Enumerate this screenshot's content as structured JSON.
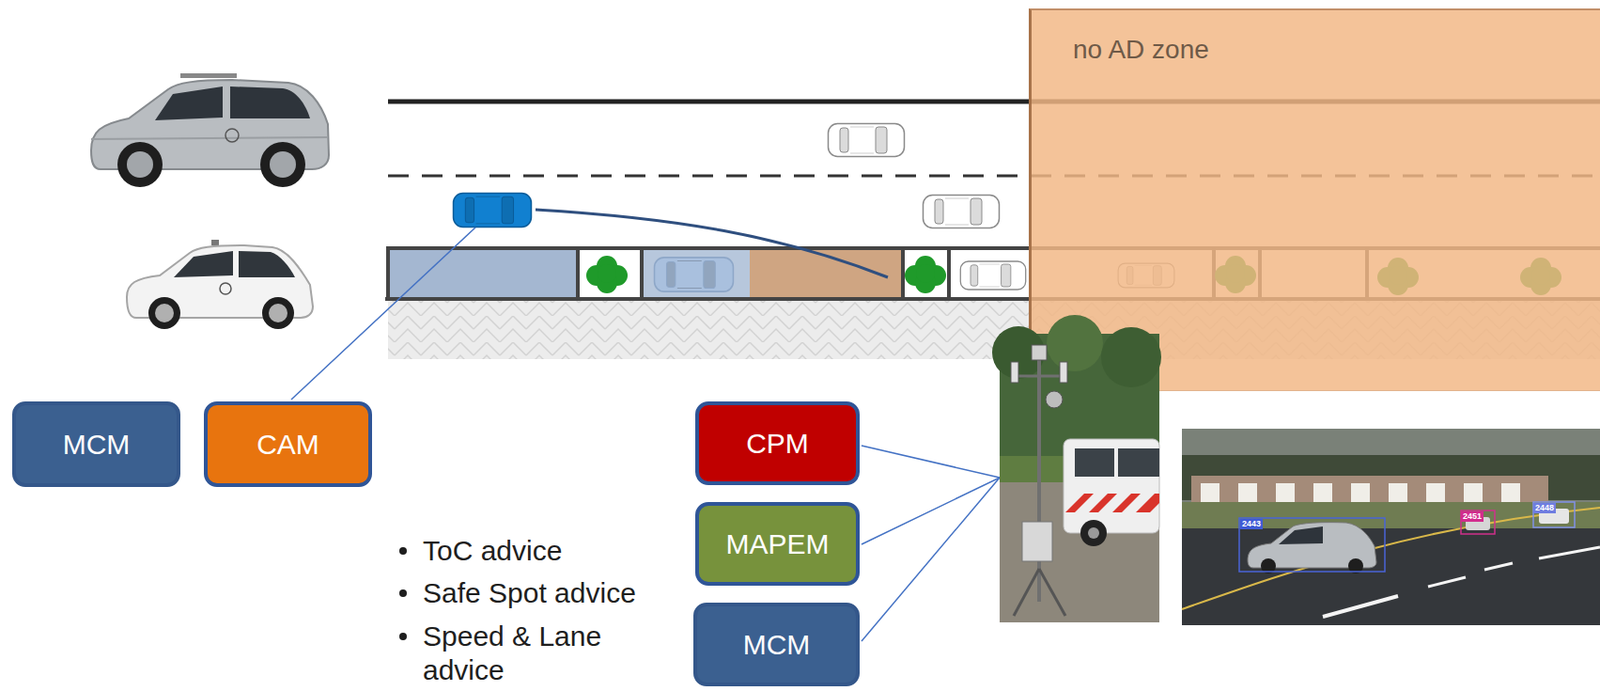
{
  "diagram": {
    "nodes": [
      {
        "text": [
          "no AD zone"
        ]
      },
      {
        "text": [
          "MCM"
        ]
      },
      {
        "text": [
          "CAM"
        ]
      },
      {
        "text": [
          "CPM"
        ]
      },
      {
        "text": [
          "MAPEM"
        ]
      },
      {
        "text": [
          "MCM"
        ]
      }
    ],
    "labels": [
      "ToC advice",
      "Safe Spot advice",
      "Speed & Lane advice",
      "2443",
      "2451",
      "2448"
    ]
  }
}
